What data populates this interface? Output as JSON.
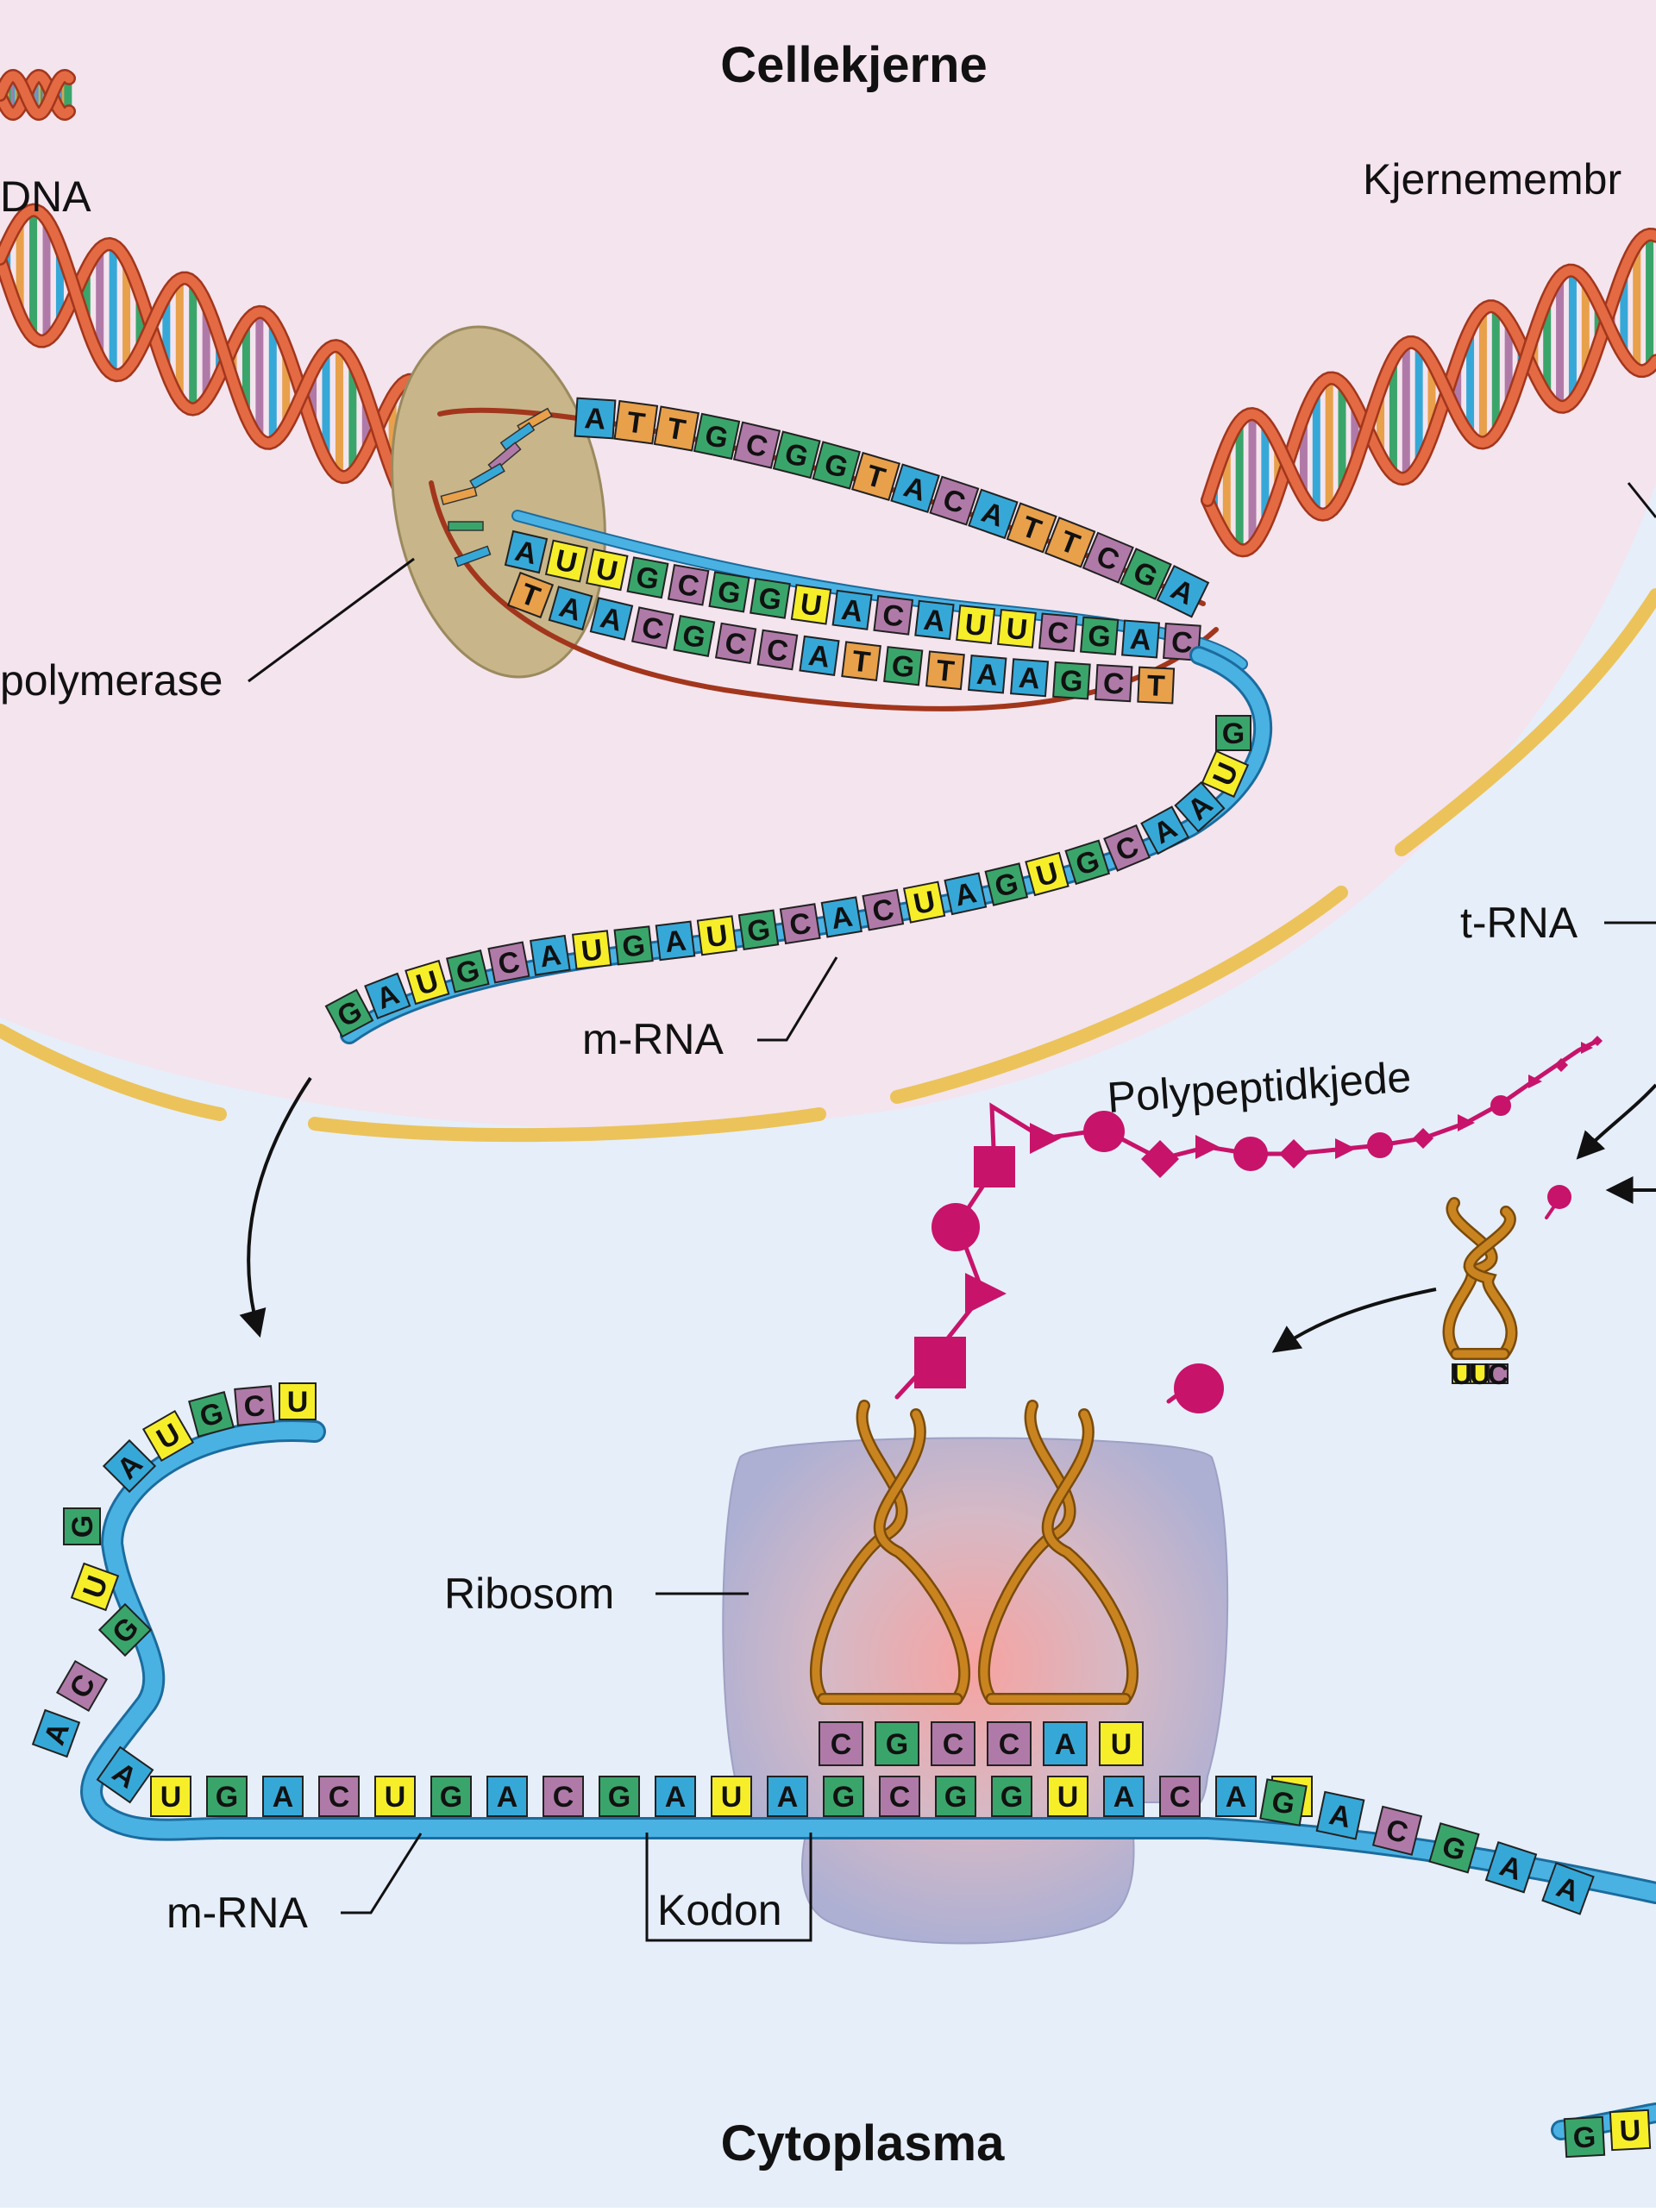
{
  "labels": {
    "nucleus": "Cellekjerne",
    "cytoplasm": "Cytoplasma",
    "dna": "DNA",
    "nuclear_membrane": "Kjernemembr",
    "polymerase": "polymerase",
    "mrna_nucleus": "m-RNA",
    "trna": "t-RNA",
    "polypeptide": "Polypeptidkjede",
    "ribosome": "Ribosom",
    "mrna_cytoplasm": "m-RNA",
    "codon": "Kodon"
  },
  "sequences": {
    "dna_top_strand": [
      "A",
      "T",
      "T",
      "G",
      "C",
      "G",
      "G",
      "T",
      "A",
      "C",
      "A",
      "T",
      "T",
      "C",
      "G",
      "A"
    ],
    "rna_transcript": [
      "A",
      "U",
      "U",
      "G",
      "C",
      "G",
      "G",
      "U",
      "A",
      "C",
      "A",
      "U",
      "U",
      "C",
      "G",
      "A",
      "C"
    ],
    "dna_template_strand": [
      "T",
      "A",
      "A",
      "C",
      "G",
      "C",
      "C",
      "A",
      "T",
      "G",
      "T",
      "A",
      "A",
      "G",
      "C",
      "T"
    ],
    "mrna_exiting": [
      "G",
      "A",
      "U",
      "G",
      "C",
      "A",
      "U",
      "G",
      "A",
      "U",
      "G",
      "C",
      "A",
      "C",
      "U",
      "A",
      "G",
      "U",
      "G",
      "C",
      "A",
      "A",
      "U",
      "G"
    ],
    "mrna_curl": [
      "U",
      "C",
      "G",
      "U",
      "A",
      "G",
      "U",
      "G",
      "C",
      "A"
    ],
    "mrna_main": [
      "A",
      "U",
      "G",
      "A",
      "C",
      "U",
      "G",
      "A",
      "C",
      "G",
      "A",
      "U",
      "A",
      "G",
      "C",
      "G",
      "G",
      "U",
      "A",
      "C",
      "A",
      "U",
      "G",
      "A",
      "C",
      "G",
      "A",
      "A"
    ],
    "anticodons_ribosome": [
      "C",
      "G",
      "C",
      "C",
      "A",
      "U"
    ],
    "anticodon_free_trna": [
      "U",
      "U",
      "C"
    ],
    "mrna_corner": [
      "G",
      "U"
    ]
  },
  "colors": {
    "A": "#36a8d8",
    "U": "#f7ee2a",
    "T": "#e8a04a",
    "G": "#3aa56a",
    "C": "#b07aa8",
    "nucleus_bg": "#f4e4ee",
    "cytoplasm_bg": "#e6eef9",
    "membrane": "#ebc35a",
    "dna_backbone": "#e36a43",
    "rna_backbone": "#4ab2e3",
    "polypeptide": "#c7136a",
    "trna": "#c98420",
    "ribosome": "#a9abcf",
    "polymerase": "#c8b68a"
  }
}
